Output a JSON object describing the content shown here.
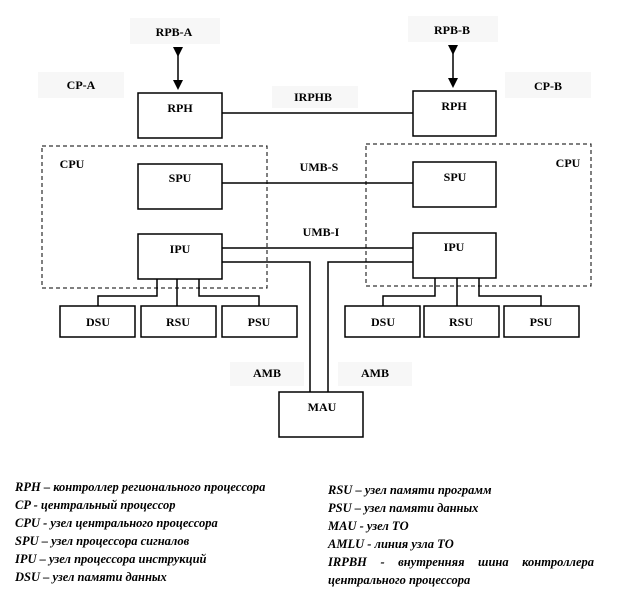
{
  "nodes": {
    "rpb_a": "RPB-A",
    "rpb_b": "RPB-B",
    "cp_a": "CP-A",
    "cp_b": "CP-B",
    "rph_a": "RPH",
    "rph_b": "RPH",
    "irphb": "IRPHB",
    "cpu_a": "CPU",
    "cpu_b": "CPU",
    "spu_a": "SPU",
    "spu_b": "SPU",
    "umb_s": "UMB-S",
    "umb_i": "UMB-I",
    "ipu_a": "IPU",
    "ipu_b": "IPU",
    "dsu_a": "DSU",
    "rsu_a": "RSU",
    "psu_a": "PSU",
    "dsu_b": "DSU",
    "rsu_b": "RSU",
    "psu_b": "PSU",
    "amb_left": "AMB",
    "amb_right": "AMB",
    "mau": "MAU"
  },
  "legend_left": [
    "RPH – контроллер регионального процессора",
    "CP - центральный процессор",
    "CPU - узел центрального процессора",
    "SPU – узел процессора сигналов",
    "IPU – узел процессора инструкций",
    "DSU – узел памяти данных"
  ],
  "legend_right": [
    "RSU – узел памяти программ",
    "PSU – узел памяти данных",
    "MAU - узел ТО",
    "AMLU - линия узла ТО",
    "IRPBH - внутренняя шина контроллера",
    "центрального процессора"
  ]
}
